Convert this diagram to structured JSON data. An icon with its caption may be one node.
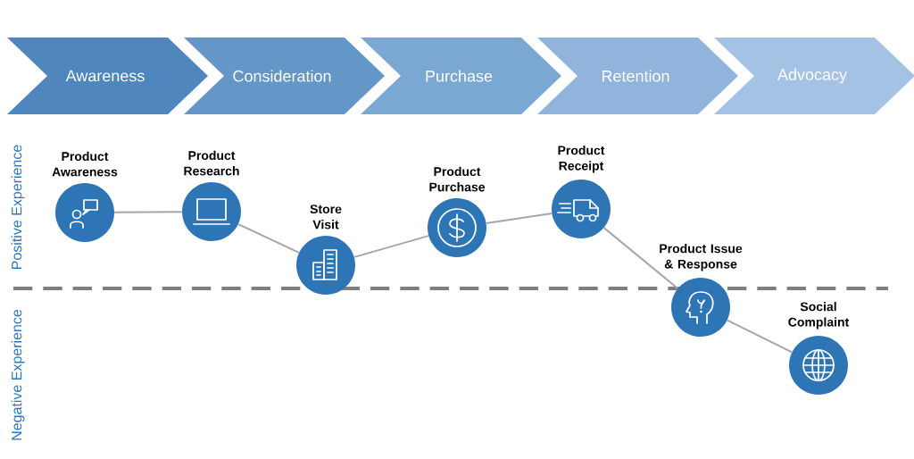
{
  "diagram": {
    "nodes": [
      {
        "text": [
          "Awareness"
        ]
      },
      {
        "text": [
          "Consideration"
        ]
      },
      {
        "text": [
          "Purchase"
        ]
      },
      {
        "text": [
          "Retention"
        ]
      },
      {
        "text": [
          "Advocacy"
        ]
      },
      {
        "text": [
          "Product Awareness"
        ]
      },
      {
        "text": [
          "Product Research"
        ]
      },
      {
        "text": [
          "Store Visit"
        ]
      },
      {
        "text": [
          "Product Purchase"
        ]
      },
      {
        "text": [
          "Product Receipt"
        ]
      },
      {
        "text": [
          "Product Issue & Response"
        ]
      },
      {
        "text": [
          "Social Complaint"
        ]
      }
    ],
    "edges": [
      {
        "from": 5,
        "to": 6,
        "arrow": "none"
      },
      {
        "from": 6,
        "to": 7,
        "arrow": "none"
      },
      {
        "from": 7,
        "to": 8,
        "arrow": "none"
      },
      {
        "from": 8,
        "to": 9,
        "arrow": "none"
      },
      {
        "from": 9,
        "to": 10,
        "arrow": "none"
      },
      {
        "from": 10,
        "to": 11,
        "arrow": "none"
      }
    ],
    "labels": [
      "Positive Experience",
      "Negative Experience"
    ]
  }
}
